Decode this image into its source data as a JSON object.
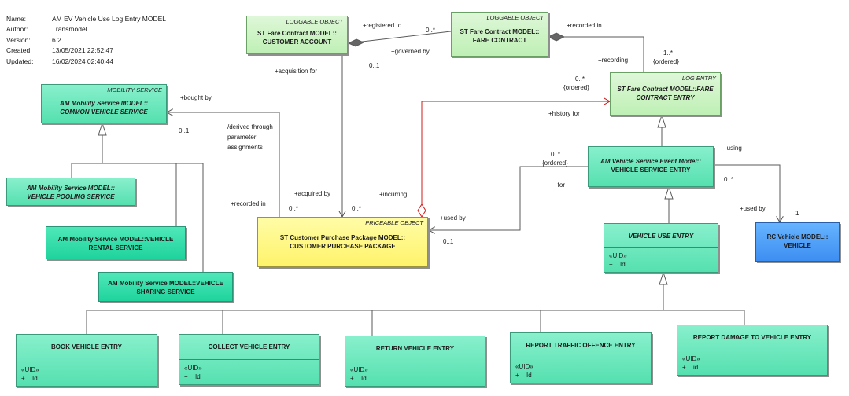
{
  "meta": [
    {
      "k": "Name:",
      "v": "AM EV Vehicle Use Log Entry MODEL"
    },
    {
      "k": "Author:",
      "v": "Transmodel"
    },
    {
      "k": "Version:",
      "v": "6.2"
    },
    {
      "k": "Created:",
      "v": "13/05/2021 22:52:47"
    },
    {
      "k": "Updated:",
      "v": "16/02/2024 02:40:44"
    }
  ],
  "boxes": {
    "customer_account": {
      "stereotype": "LOGGABLE OBJECT",
      "l1": "ST Fare Contract MODEL::",
      "l2": "CUSTOMER ACCOUNT"
    },
    "fare_contract": {
      "stereotype": "LOGGABLE OBJECT",
      "l1": "ST Fare Contract MODEL::",
      "l2": "FARE CONTRACT"
    },
    "fare_contract_entry": {
      "stereotype": "LOG ENTRY",
      "l1": "ST Fare Contract MODEL::FARE",
      "l2": "CONTRACT ENTRY"
    },
    "common_vehicle_service": {
      "stereotype": "MOBILITY SERVICE",
      "l1": "AM Mobility Service MODEL::",
      "l2": "COMMON VEHICLE SERVICE"
    },
    "vehicle_pooling": {
      "l1": "AM Mobility Service MODEL::",
      "l2": "VEHICLE POOLING SERVICE"
    },
    "vehicle_rental": {
      "l1": "AM Mobility Service MODEL::VEHICLE",
      "l2": "RENTAL SERVICE"
    },
    "vehicle_sharing": {
      "l1": "AM Mobility Service MODEL::VEHICLE",
      "l2": "SHARING SERVICE"
    },
    "vehicle_service_entry": {
      "l1": "AM Vehicle Service Event Model::",
      "l2": "VEHICLE SERVICE ENTRY"
    },
    "customer_purchase_package": {
      "stereotype": "PRICEABLE OBJECT",
      "l1": "ST Customer Purchase Package MODEL::",
      "l2": "CUSTOMER PURCHASE PACKAGE"
    },
    "vehicle_use_entry": {
      "l1": "VEHICLE USE ENTRY",
      "uid": "«UID»",
      "plus": "+",
      "attr": "Id"
    },
    "vehicle": {
      "l1": "RC Vehicle MODEL::",
      "l2": "VEHICLE"
    },
    "book": {
      "l1": "BOOK VEHICLE ENTRY",
      "uid": "«UID»",
      "plus": "+",
      "attr": "Id"
    },
    "collect": {
      "l1": "COLLECT VEHICLE ENTRY",
      "uid": "«UID»",
      "plus": "+",
      "attr": "Id"
    },
    "return": {
      "l1": "RETURN VEHICLE ENTRY",
      "uid": "«UID»",
      "plus": "+",
      "attr": "Id"
    },
    "traffic": {
      "l1": "REPORT TRAFFIC OFFENCE ENTRY",
      "uid": "«UID»",
      "plus": "+",
      "attr": "Id"
    },
    "damage": {
      "l1": "REPORT DAMAGE TO VEHICLE ENTRY",
      "uid": "«UID»",
      "plus": "+",
      "attr": "id"
    }
  },
  "labels": {
    "registered_to": "+registered to",
    "m_0_star_a": "0..*",
    "governed_by": "+governed by",
    "recorded_in_a": "+recorded in",
    "recording": "+recording",
    "m_1_star": "1..*",
    "ordered_a": "{ordered}",
    "m_0_star_b": "0..*",
    "ordered_b": "{ordered}",
    "history_for": "+history for",
    "acquisition_for": "+acquisition for",
    "m_0_1_a": "0..1",
    "bought_by": "+bought by",
    "m_0_1_b": "0..1",
    "derived_1": "/derived through",
    "derived_2": "parameter",
    "derived_3": "assignments",
    "recorded_in_b": "+recorded in",
    "m_0_star_c": "0..*",
    "acquired_by": "+acquired by",
    "m_0_star_d": "0..*",
    "incurring": "+incurring",
    "used_by_a": "+used by",
    "m_0_1_c": "0..1",
    "m_0_star_e": "0..*",
    "ordered_c": "{ordered}",
    "for": "+for",
    "using": "+using",
    "m_0_star_f": "0..*",
    "used_by_b": "+used by",
    "m_1": "1"
  }
}
